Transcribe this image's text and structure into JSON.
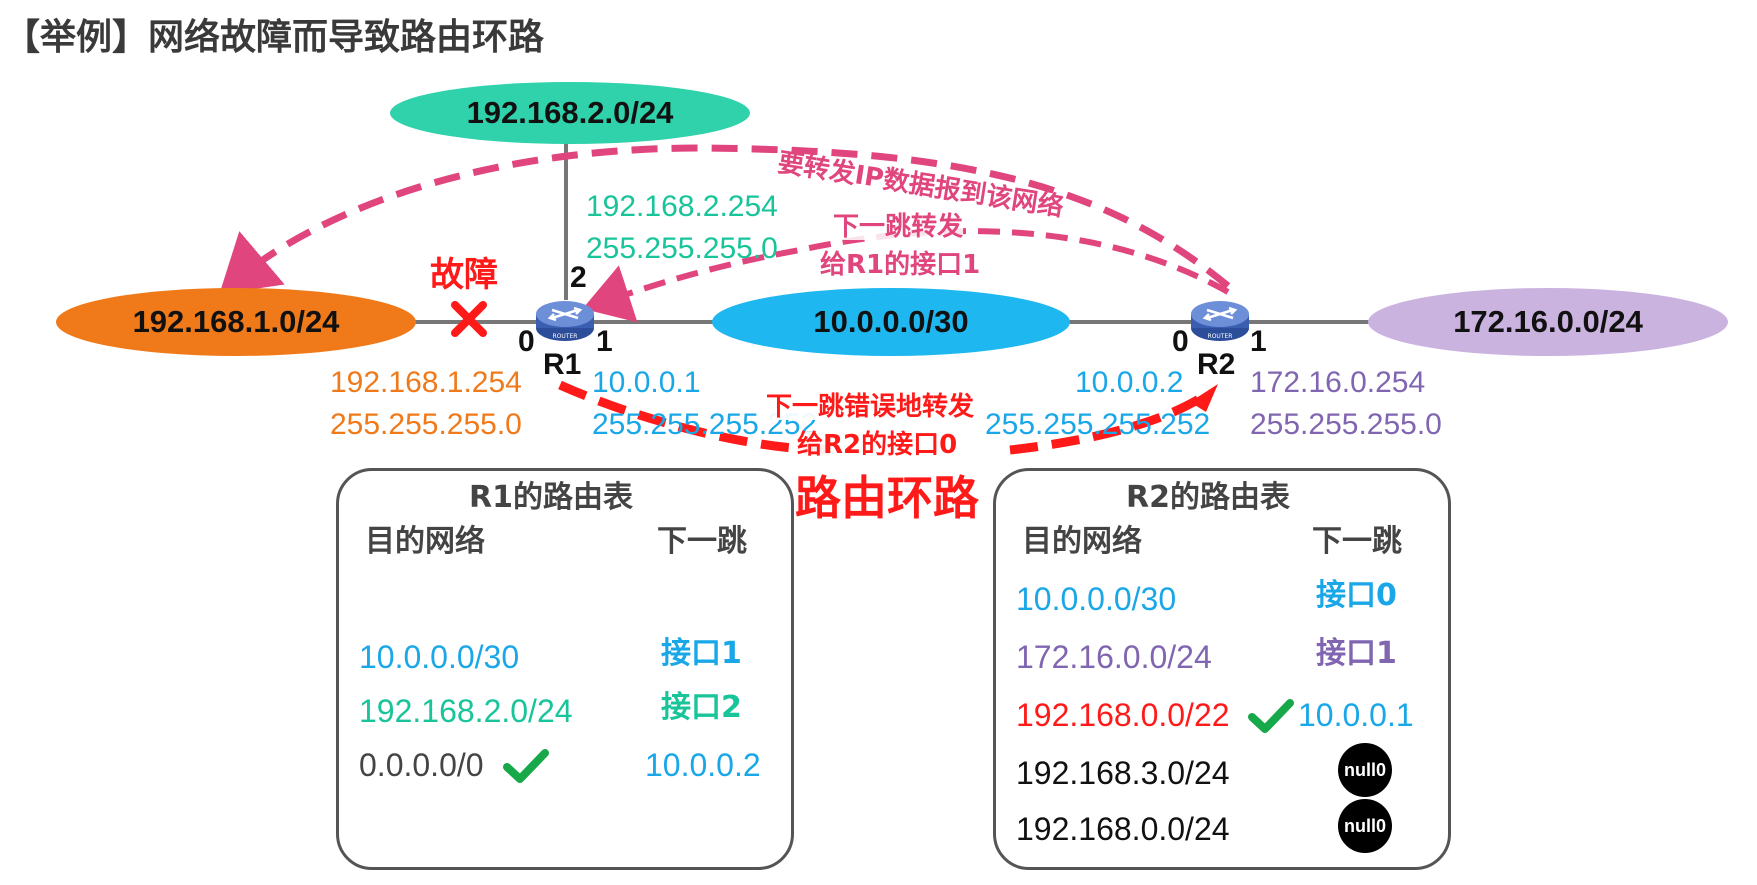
{
  "title": "【举例】网络故障而导致路由环路",
  "networks": {
    "net_2": "192.168.2.0/24",
    "net_1": "192.168.1.0/24",
    "net_10": "10.0.0.0/30",
    "net_172": "172.16.0.0/24"
  },
  "fault_label": "故障",
  "r1": {
    "name": "R1",
    "port0": "0",
    "port1": "1",
    "port2": "2",
    "if2_ip": "192.168.2.254",
    "if2_mask": "255.255.255.0",
    "if0_ip": "192.168.1.254",
    "if0_mask": "255.255.255.0",
    "if1_ip": "10.0.0.1",
    "if1_mask": "255.255.255.252"
  },
  "r2": {
    "name": "R2",
    "port0": "0",
    "port1": "1",
    "if0_ip": "10.0.0.2",
    "if0_mask": "255.255.255.252",
    "if1_ip": "172.16.0.254",
    "if1_mask": "255.255.255.0"
  },
  "annotations": {
    "forward_to_network": "要转发IP数据报到该网络",
    "next_hop_r1_line1": "下一跳转发",
    "next_hop_r1_line2": "给R1的接口1",
    "wrong_hop_line1": "下一跳错误地转发",
    "wrong_hop_line2": "给R2的接口0",
    "routing_loop": "路由环路"
  },
  "r1_table": {
    "title": "R1的路由表",
    "col_dest": "目的网络",
    "col_next": "下一跳",
    "rows": [
      {
        "dest": "10.0.0.0/30",
        "next": "接口1",
        "color": "#1aa7e8"
      },
      {
        "dest": "192.168.2.0/24",
        "next": "接口2",
        "color": "#19c49a"
      },
      {
        "dest": "0.0.0.0/0",
        "next": "10.0.0.2",
        "color": "#444444",
        "next_color": "#1aa7e8",
        "check": true
      }
    ]
  },
  "r2_table": {
    "title": "R2的路由表",
    "col_dest": "目的网络",
    "col_next": "下一跳",
    "rows": [
      {
        "dest": "10.0.0.0/30",
        "next": "接口0",
        "color": "#1aa7e8"
      },
      {
        "dest": "172.16.0.0/24",
        "next": "接口1",
        "color": "#8065b0"
      },
      {
        "dest": "192.168.0.0/22",
        "next": "10.0.0.1",
        "color": "#ff1a1a",
        "next_color": "#1aa7e8",
        "check": true
      },
      {
        "dest": "192.168.3.0/24",
        "next": "null0",
        "color": "#111111"
      },
      {
        "dest": "192.168.0.0/24",
        "next": "null0",
        "color": "#111111"
      }
    ]
  },
  "router_icon_text": "ROUTER",
  "colors": {
    "teal": "#19c49a",
    "orange": "#f07a1a",
    "blue": "#1aa7e8",
    "purple": "#8065b0",
    "red": "#ff1a1a",
    "pink": "#e0457d",
    "router": "#3a5fb0"
  }
}
